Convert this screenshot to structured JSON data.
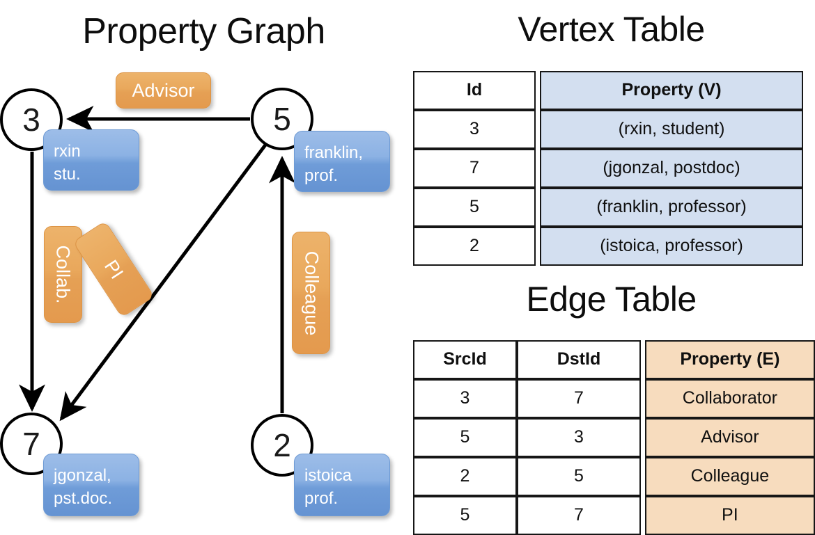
{
  "titles": {
    "graph": "Property Graph",
    "vertex_table": "Vertex Table",
    "edge_table": "Edge Table"
  },
  "graph": {
    "nodes": [
      {
        "id": "3",
        "property": "rxin\nstu."
      },
      {
        "id": "5",
        "property": "franklin,\nprof."
      },
      {
        "id": "7",
        "property": "jgonzal,\npst.doc."
      },
      {
        "id": "2",
        "property": "istoica\nprof."
      }
    ],
    "node_labels": {
      "n3": "3",
      "n5": "5",
      "n7": "7",
      "n2": "2"
    },
    "vertex_props": {
      "n3_line1": "rxin",
      "n3_line2": "stu.",
      "n5_line1": "franklin,",
      "n5_line2": "prof.",
      "n7_line1": "jgonzal,",
      "n7_line2": "pst.doc.",
      "n2_line1": "istoica",
      "n2_line2": "prof."
    },
    "edge_labels": {
      "advisor": "Advisor",
      "collab": "Collab.",
      "pi": "PI",
      "colleague": "Colleague"
    },
    "edges": [
      {
        "src": "5",
        "dst": "3",
        "label": "Advisor"
      },
      {
        "src": "3",
        "dst": "7",
        "label": "Collab."
      },
      {
        "src": "5",
        "dst": "7",
        "label": "PI"
      },
      {
        "src": "2",
        "dst": "5",
        "label": "Colleague"
      }
    ]
  },
  "vertex_table": {
    "headers": [
      "Id",
      "Property (V)"
    ],
    "rows": [
      {
        "id": "3",
        "property": "(rxin, student)"
      },
      {
        "id": "7",
        "property": "(jgonzal, postdoc)"
      },
      {
        "id": "5",
        "property": "(franklin, professor)"
      },
      {
        "id": "2",
        "property": "(istoica, professor)"
      }
    ]
  },
  "edge_table": {
    "headers": [
      "SrcId",
      "DstId",
      "Property (E)"
    ],
    "rows": [
      {
        "src": "3",
        "dst": "7",
        "property": "Collaborator"
      },
      {
        "src": "5",
        "dst": "3",
        "property": "Advisor"
      },
      {
        "src": "2",
        "dst": "5",
        "property": "Colleague"
      },
      {
        "src": "5",
        "dst": "7",
        "property": "PI"
      }
    ]
  },
  "colors": {
    "vertex_property_fill": "#d3dff0",
    "edge_property_fill": "#f7dcbe",
    "vertex_box_blue": "#8cb2e4",
    "edge_label_orange": "#e9a85c",
    "border": "#161616",
    "background": "#ffffff"
  }
}
